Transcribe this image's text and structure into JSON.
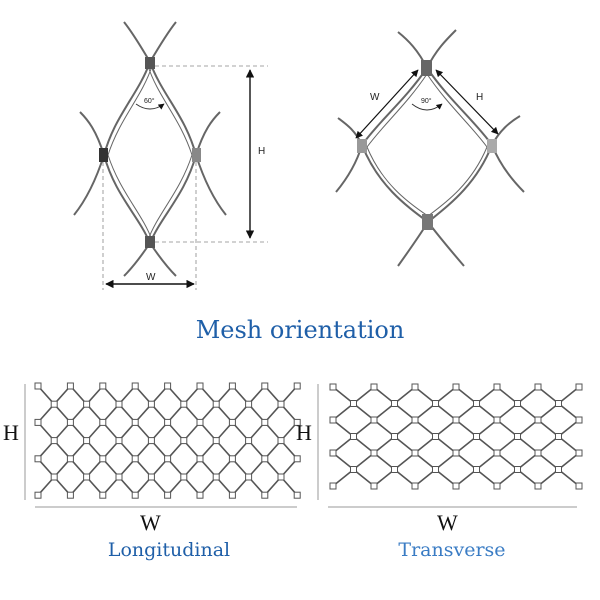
{
  "title": "Mesh orientation",
  "colors": {
    "title": "#1f5fa8",
    "caption_left": "#1f5fa8",
    "caption_right": "#3a7cc4",
    "wire": "#555555"
  },
  "top_left": {
    "angle_label": "60°",
    "h_label": "H",
    "w_label": "W"
  },
  "top_right": {
    "angle_label": "90°",
    "h_label": "H",
    "w_label": "W"
  },
  "bottom_left": {
    "h_label": "H",
    "w_label": "W",
    "caption": "Longitudinal"
  },
  "bottom_right": {
    "h_label": "H",
    "w_label": "W",
    "caption": "Transverse"
  }
}
